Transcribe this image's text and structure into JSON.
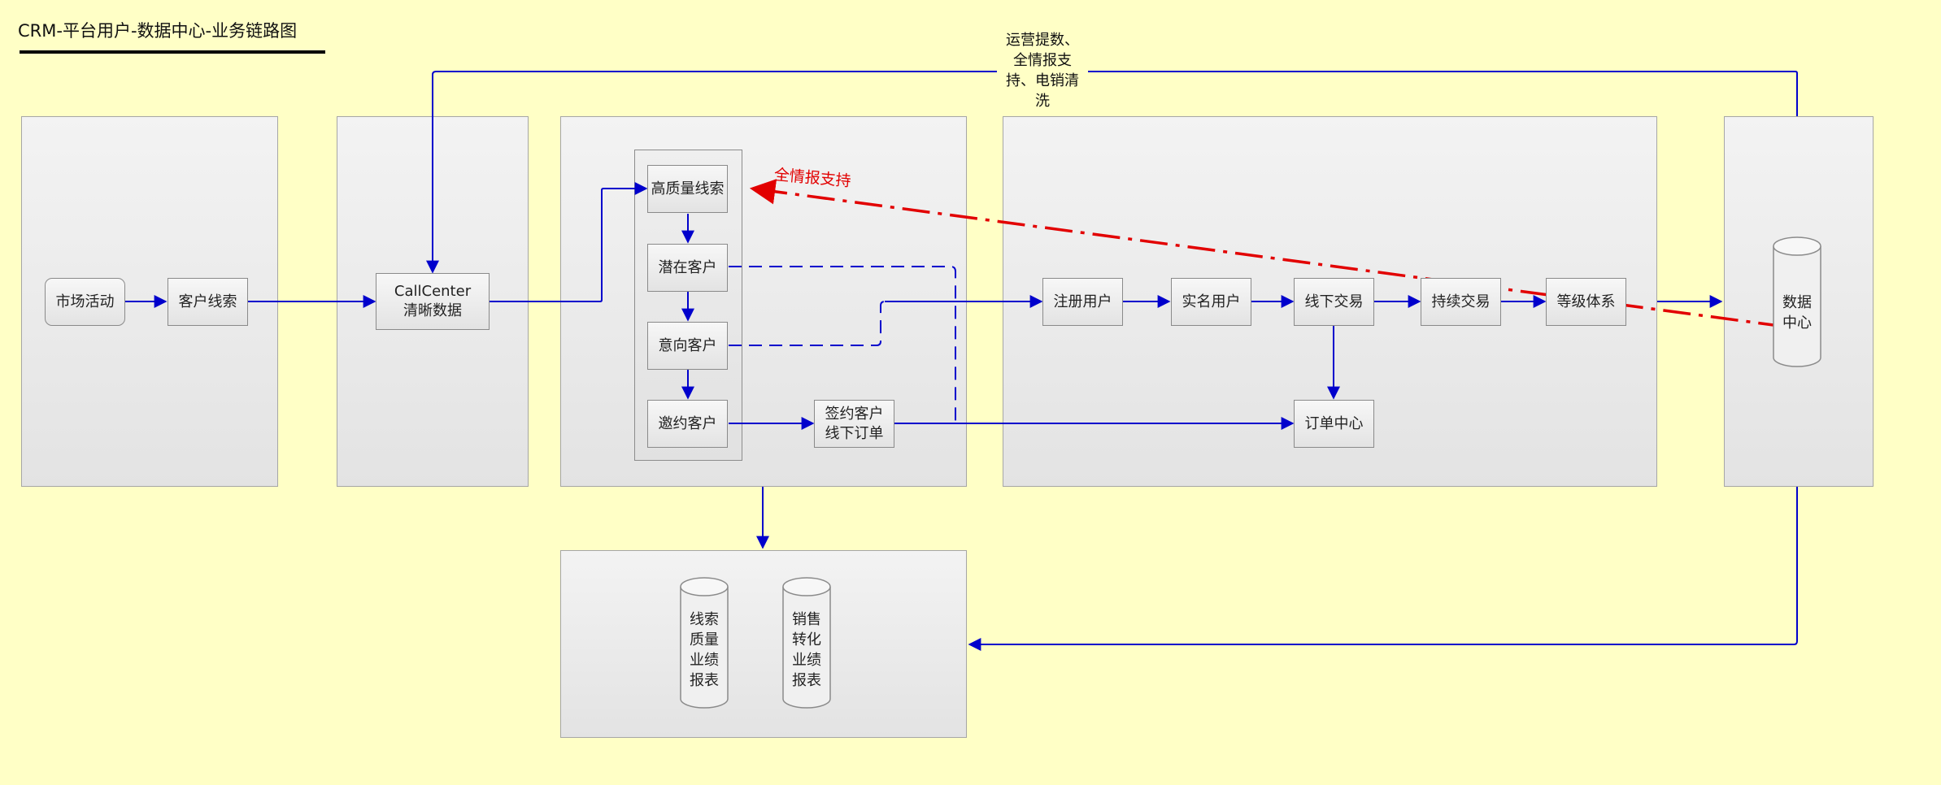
{
  "title": "CRM-平台用户-数据中心-业务链路图",
  "nodes": {
    "market_activity": "市场活动",
    "customer_leads": "客户线索",
    "callcenter": "CallCenter\n清晰数据",
    "high_quality_leads": "高质量线索",
    "potential_customer": "潜在客户",
    "intent_customer": "意向客户",
    "invited_customer": "邀约客户",
    "signed_customer": "签约客户\n线下订单",
    "registered_user": "注册用户",
    "verified_user": "实名用户",
    "offline_trade": "线下交易",
    "continued_trade": "持续交易",
    "level_system": "等级体系",
    "order_center": "订单中心"
  },
  "cylinders": {
    "data_center": "数据\n中心",
    "lead_quality_report": "线索\n质量\n业绩\n报表",
    "sales_conversion_report": "销售\n转化\n业绩\n报表"
  },
  "edge_labels": {
    "ops_support": "运营提数、\n全情报支\n持、电销清\n洗",
    "intel_support": "全情报支持"
  },
  "colors": {
    "background": "#ffffc6",
    "flow_edge": "#0000cc",
    "intel_edge": "#e20000"
  }
}
